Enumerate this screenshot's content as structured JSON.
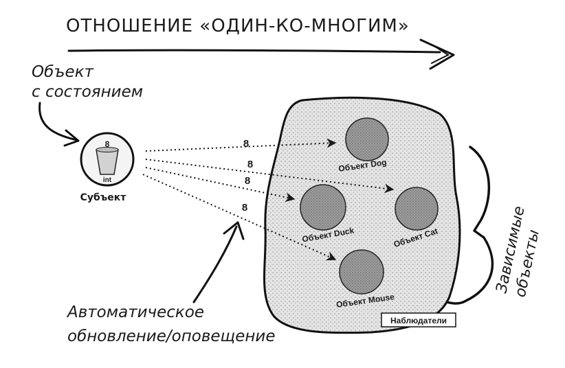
{
  "title": "ОТНОШЕНИЕ «ОДИН-КО-МНОГИМ»",
  "state_object_label": [
    "Объект",
    "с состоянием"
  ],
  "subject": {
    "label": "Субъект",
    "value": "8",
    "type_label": "int"
  },
  "update_label": [
    "Автоматическое",
    "обновление/оповещение"
  ],
  "dependents_label": [
    "Зависимые",
    "объекты"
  ],
  "observers_label": "Наблюдатели",
  "message_values": [
    "8",
    "8",
    "8",
    "8"
  ],
  "observers": [
    {
      "label": "Объект Dog"
    },
    {
      "label": "Объект Duck"
    },
    {
      "label": "Объект Cat"
    },
    {
      "label": "Объект Mouse"
    }
  ]
}
